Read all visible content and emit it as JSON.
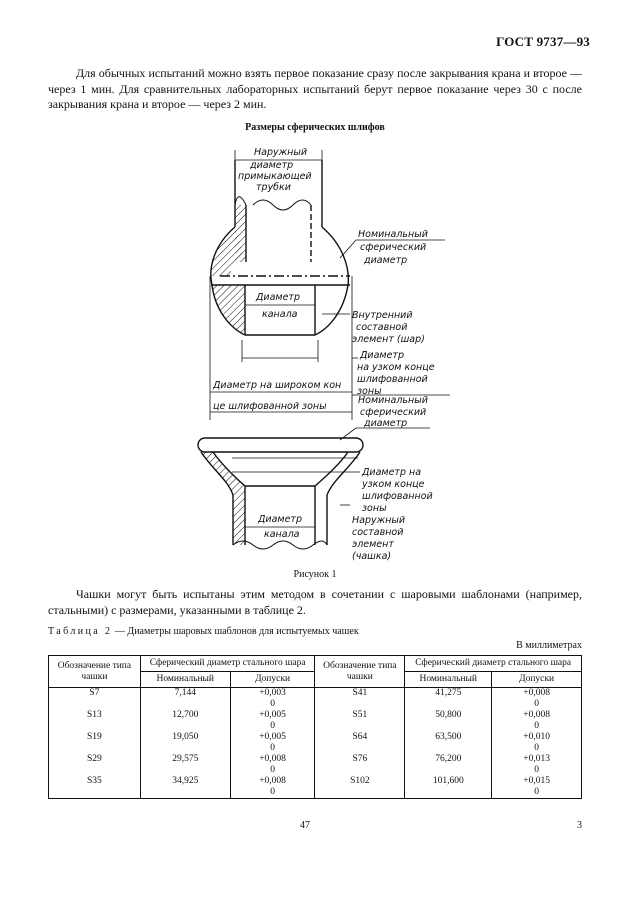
{
  "header": {
    "standard": "ГОСТ 9737—93"
  },
  "intro_paragraph": "Для обычных испытаний можно взять первое показание сразу после закрывания крана и второе — через 1 мин. Для сравнительных лабораторных испытаний берут первое показание через 30 с после закрывания крана и второе — через 2 мин.",
  "figure": {
    "title": "Размеры сферических шлифов",
    "caption": "Рисунок 1",
    "labels": {
      "outer_tube_l1": "Наружный",
      "outer_tube_l2": "диаметр",
      "outer_tube_l3": "примыкающей",
      "outer_tube_l4": "трубки",
      "nom_sph1_l1": "Номинальный",
      "nom_sph1_l2": "сферический",
      "nom_sph1_l3": "диаметр",
      "channel1_l1": "Диаметр",
      "channel1_l2": "канала",
      "inner_l1": "Внутренний",
      "inner_l2": "составной",
      "inner_l3": "элемент (шар)",
      "narrow1_l1": "Диаметр",
      "narrow1_l2": "на узком конце",
      "narrow1_l3": "шлифованной",
      "narrow1_l4": "зоны",
      "wide_l1": "Диаметр на широком кон",
      "wide_l2": "це шлифованной  зоны",
      "nom_sph2_l1": "Номинальный",
      "nom_sph2_l2": "сферический",
      "nom_sph2_l3": "диаметр",
      "narrow2_l1": "Диаметр на",
      "narrow2_l2": "узком конце",
      "narrow2_l3": "шлифованной",
      "narrow2_l4": "зоны",
      "channel2_l1": "Диаметр",
      "channel2_l2": "канала",
      "outer_cup_l1": "Наружный",
      "outer_cup_l2": "составной",
      "outer_cup_l3": "элемент",
      "outer_cup_l4": "(чашка)"
    }
  },
  "paragraph2": "Чашки могут быть испытаны этим методом в сочетании с шаровыми шаблонами (например, стальными) с размерами, указанными в таблице 2.",
  "table": {
    "caption_prefix": "Таблица 2",
    "caption_text": " — Диаметры шаровых шаблонов для испытуемых чашек",
    "units": "В миллиметрах",
    "headers": {
      "type": "Обозначение типа чашки",
      "spherical": "Сферический диаметр стального шара",
      "nominal": "Номинальный",
      "tolerance": "Допуски"
    },
    "rows": [
      {
        "l_type": "S7",
        "l_nom": "7,144",
        "l_tol_up": "+0,003",
        "l_tol_lo": "0",
        "r_type": "S41",
        "r_nom": "41,275",
        "r_tol_up": "+0,008",
        "r_tol_lo": "0"
      },
      {
        "l_type": "S13",
        "l_nom": "12,700",
        "l_tol_up": "+0,005",
        "l_tol_lo": "0",
        "r_type": "S51",
        "r_nom": "50,800",
        "r_tol_up": "+0,008",
        "r_tol_lo": "0"
      },
      {
        "l_type": "S19",
        "l_nom": "19,050",
        "l_tol_up": "+0,005",
        "l_tol_lo": "0",
        "r_type": "S64",
        "r_nom": "63,500",
        "r_tol_up": "+0,010",
        "r_tol_lo": "0"
      },
      {
        "l_type": "S29",
        "l_nom": "29,575",
        "l_tol_up": "+0,008",
        "l_tol_lo": "0",
        "r_type": "S76",
        "r_nom": "76,200",
        "r_tol_up": "+0,013",
        "r_tol_lo": "0"
      },
      {
        "l_type": "S35",
        "l_nom": "34,925",
        "l_tol_up": "+0,008",
        "l_tol_lo": "0",
        "r_type": "S102",
        "r_nom": "101,600",
        "r_tol_up": "+0,015",
        "r_tol_lo": "0"
      }
    ]
  },
  "footer": {
    "page_left": "47",
    "page_right": "3"
  }
}
